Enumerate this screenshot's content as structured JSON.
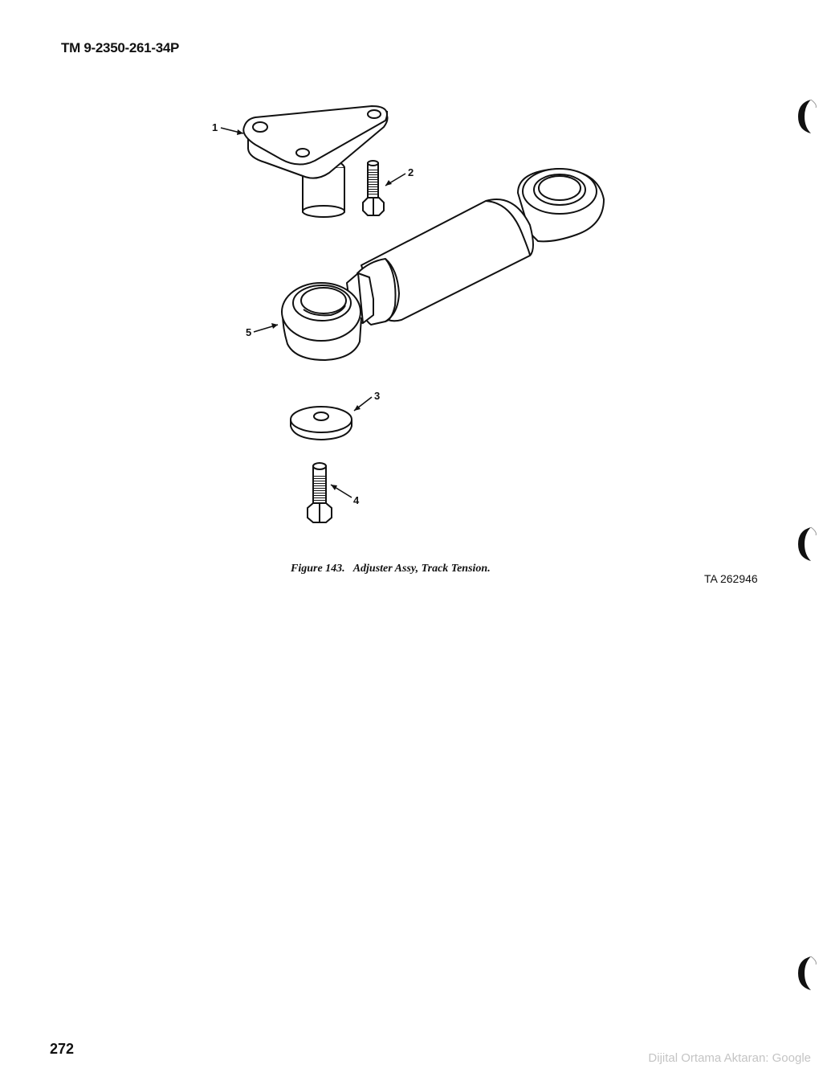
{
  "header": {
    "doc_id": "TM 9-2350-261-34P"
  },
  "figure": {
    "label": "Figure 143.",
    "title": "Adjuster Assy, Track Tension.",
    "ta_number": "TA 262946",
    "callouts": [
      "1",
      "2",
      "3",
      "4",
      "5"
    ]
  },
  "footer": {
    "page_number": "272",
    "watermark": "Dijital Ortama Aktaran: Google"
  }
}
